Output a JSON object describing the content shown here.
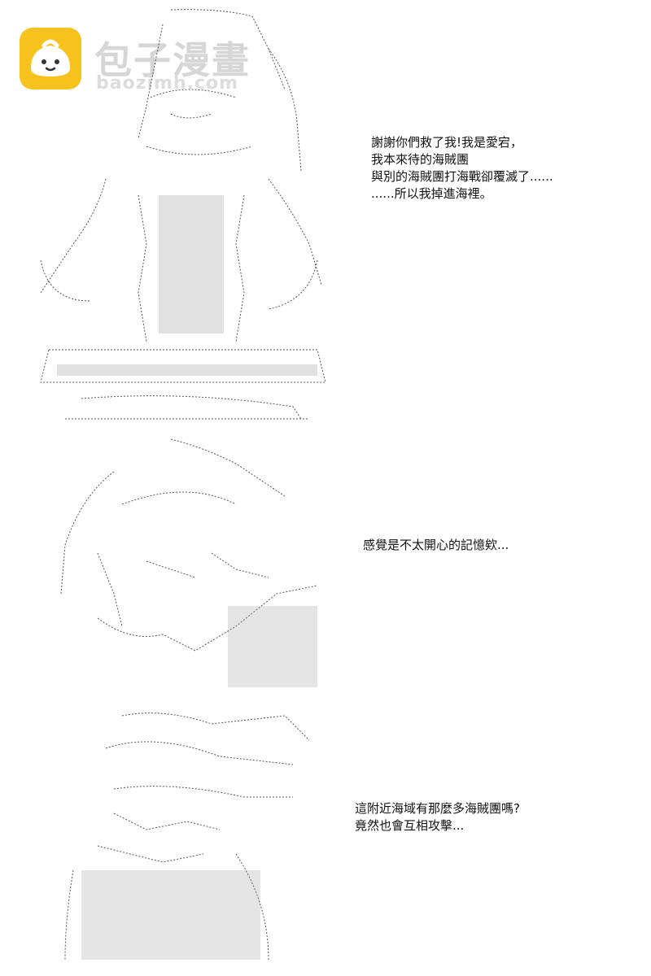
{
  "watermark": {
    "title": "包子漫畫",
    "subtitle": "baozimh.com",
    "badge_color": "#f7c21e"
  },
  "panels": [
    {
      "lines": [
        "謝謝你們救了我!我是愛宕，",
        "我本來待的海賊團",
        "與別的海賊團打海戰卻覆滅了......",
        "......所以我掉進海裡。"
      ]
    },
    {
      "lines": [
        "感覺是不太開心的記憶欸..."
      ]
    },
    {
      "lines": [
        "這附近海域有那麼多海賊團嗎?",
        "竟然也會互相攻擊..."
      ]
    }
  ]
}
